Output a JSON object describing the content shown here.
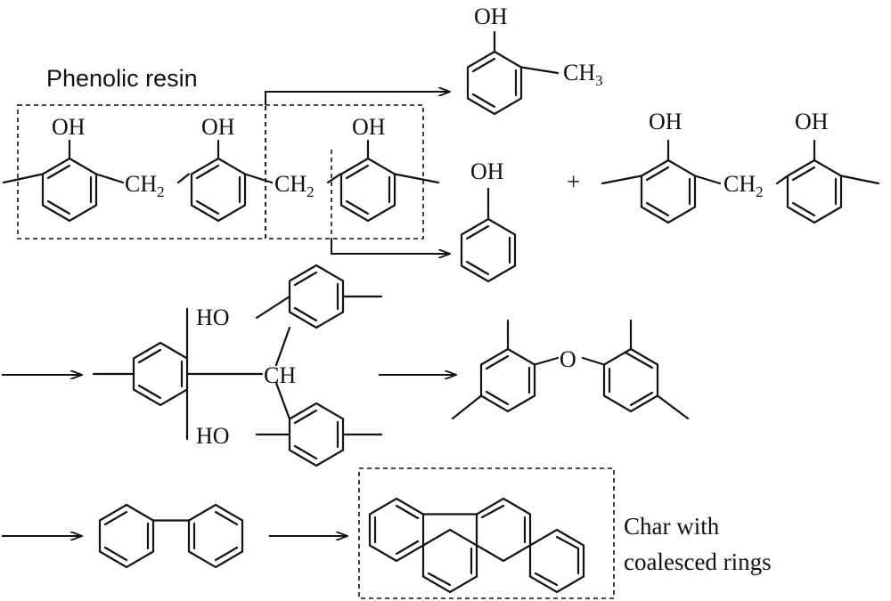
{
  "title": "Phenolic resin",
  "groups": {
    "oh": "OH",
    "ho": "HO",
    "ch2": "CH",
    "ch3": "CH",
    "ch": "CH",
    "o": "O",
    "sub2": "2",
    "sub3": "3"
  },
  "plus": "+",
  "char_label_line1": "Char with",
  "char_label_line2": "coalesced rings"
}
